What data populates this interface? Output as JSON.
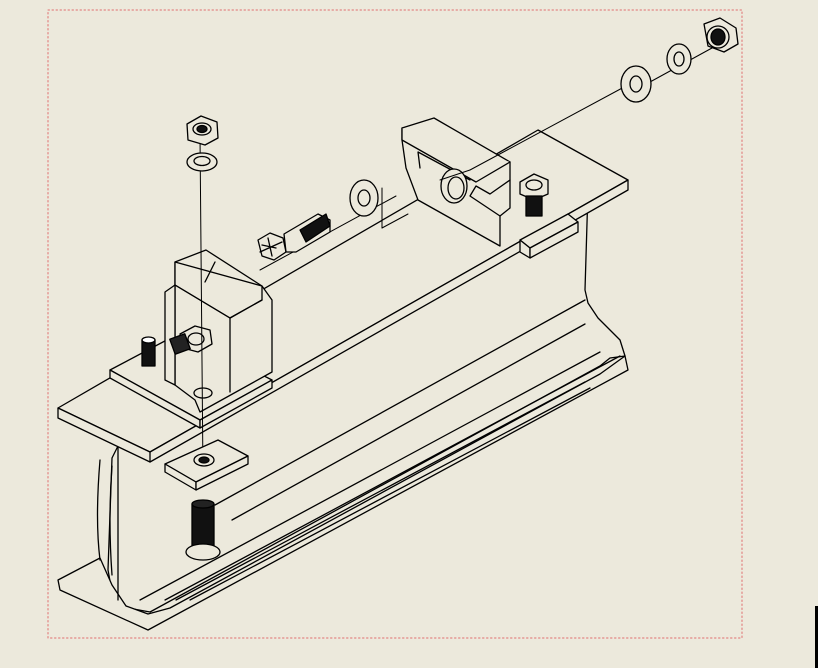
{
  "diagram": {
    "kind": "exploded-isometric-assembly",
    "colors": {
      "background": "#ece9dc",
      "line": "#000000",
      "part_fill": "#ece9dc",
      "border": "#e07070"
    },
    "parts": [
      "rail-beam",
      "left-clamp-block",
      "right-clamp-block",
      "tie-bar",
      "hex-bolt",
      "flat-washer",
      "lock-washer",
      "hex-nut",
      "square-plate",
      "countersunk-bolt",
      "stud-bolt"
    ]
  }
}
